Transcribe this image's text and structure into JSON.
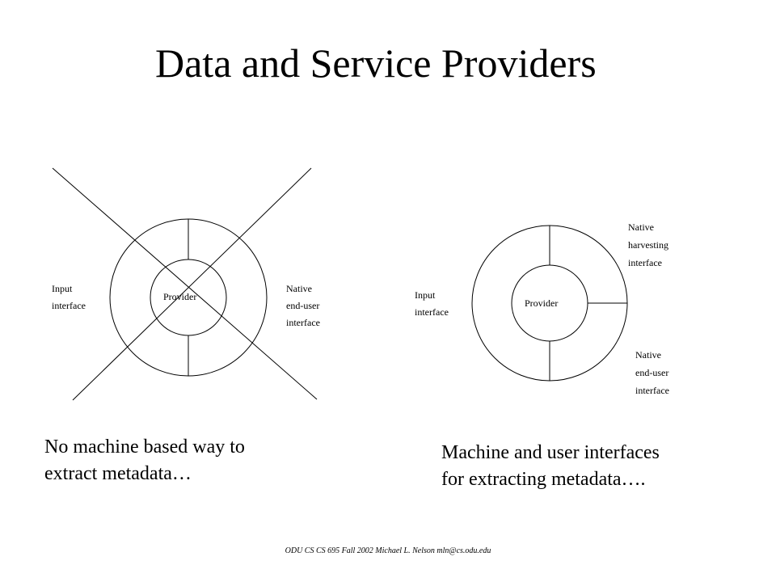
{
  "slide": {
    "title": "Data and Service Providers",
    "footer": "ODU CS CS 695 Fall 2002 Michael L. Nelson mln@cs.odu.edu"
  },
  "left_diagram": {
    "center_label": "Provider",
    "input_label_line1": "Input",
    "input_label_line2": "interface",
    "native_label_line1": "Native",
    "native_label_line2": "end-user",
    "native_label_line3": "interface",
    "caption_line1": "No machine based way to",
    "caption_line2": "extract metadata…"
  },
  "right_diagram": {
    "center_label": "Provider",
    "input_label_line1": "Input",
    "input_label_line2": "interface",
    "harvest_label_line1": "Native",
    "harvest_label_line2": "harvesting",
    "harvest_label_line3": "interface",
    "enduser_label_line1": "Native",
    "enduser_label_line2": "end-user",
    "enduser_label_line3": "interface",
    "caption_line1": "Machine and user interfaces",
    "caption_line2": "for extracting metadata…."
  }
}
